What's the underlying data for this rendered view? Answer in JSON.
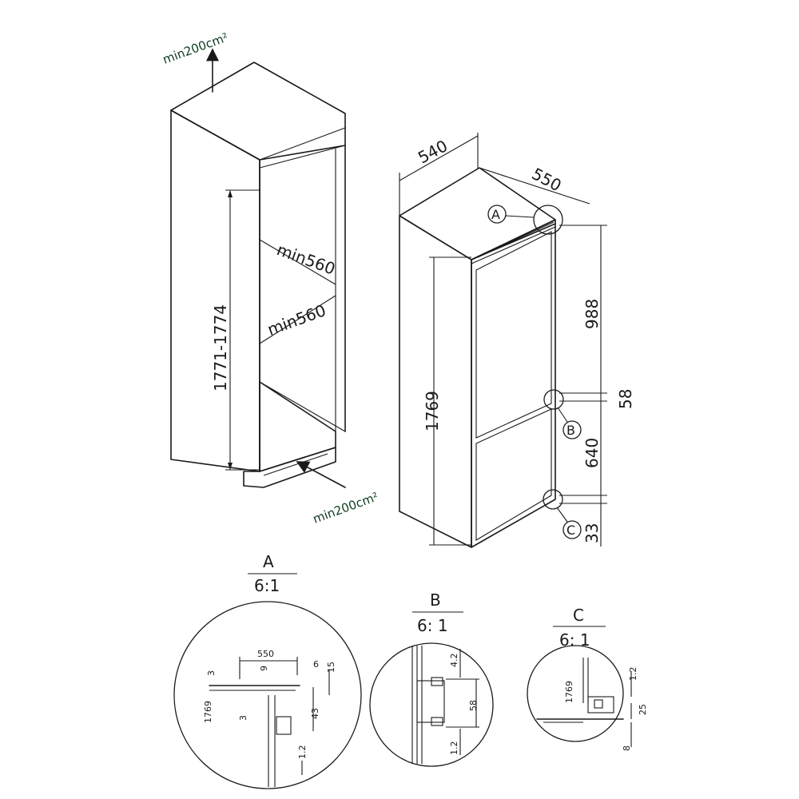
{
  "niche": {
    "vent_top": "min200cm²",
    "vent_bottom": "min200cm²",
    "height_range": "1771-1774",
    "depth_upper": "min560",
    "depth_lower": "min560"
  },
  "appliance": {
    "width": "540",
    "depth": "550",
    "height": "1769",
    "top_to_hinge": "988",
    "hinge_gap": "58",
    "lower_section": "640",
    "bottom_gap": "33",
    "callouts": [
      "A",
      "B",
      "C"
    ]
  },
  "details": [
    {
      "letter": "A",
      "scale": "6:1",
      "dims": [
        "550",
        "3",
        "9",
        "6",
        "15",
        "1769",
        "3",
        "43",
        "1.2"
      ]
    },
    {
      "letter": "B",
      "scale": "6: 1",
      "dims": [
        "4.2",
        "58",
        "1.2"
      ]
    },
    {
      "letter": "C",
      "scale": "6: 1",
      "dims": [
        "1.2",
        "1769",
        "25",
        "8"
      ]
    }
  ]
}
